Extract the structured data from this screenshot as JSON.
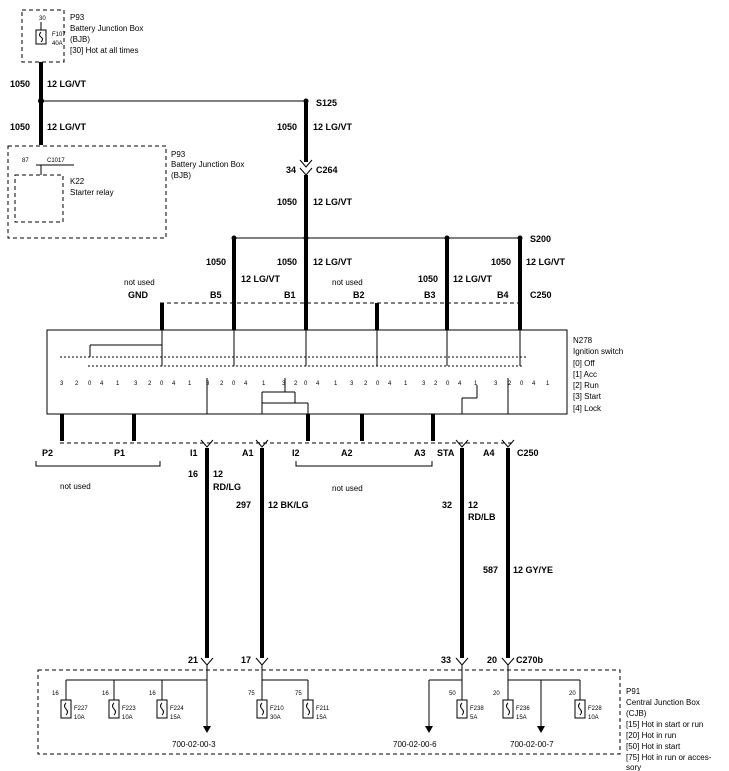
{
  "bjb_top": {
    "pin": "30",
    "fuse_id": "F107",
    "fuse_rating": "40A",
    "id": "P93",
    "name": "Battery Junction Box",
    "abbr": "(BJB)",
    "note": "[30] Hot at all times"
  },
  "wire_top1": {
    "circuit": "1050",
    "spec": "12 LG/VT"
  },
  "splice_s125": "S125",
  "wire_top2": {
    "circuit": "1050",
    "spec": "12 LG/VT"
  },
  "wire_s125_down": {
    "circuit": "1050",
    "spec": "12 LG/VT"
  },
  "bjb_relay": {
    "pin": "87",
    "connector": "C1017",
    "id": "P93",
    "name": "Battery Junction Box",
    "abbr": "(BJB)",
    "relay_id": "K22",
    "relay_name": "Starter relay"
  },
  "conn_c264": {
    "pin": "34",
    "name": "C264"
  },
  "wire_c264_down": {
    "circuit": "1050",
    "spec": "12 LG/VT"
  },
  "splice_s200": "S200",
  "wire_b5": {
    "circuit": "1050",
    "spec": "12 LG/VT"
  },
  "wire_b1": {
    "circuit": "1050",
    "spec": "12 LG/VT"
  },
  "wire_b3": {
    "circuit": "1050",
    "spec": "12 LG/VT"
  },
  "wire_b4": {
    "circuit": "1050",
    "spec": "12 LG/VT"
  },
  "top_connector": {
    "not_used_1": "not used",
    "gnd": "GND",
    "b5": "B5",
    "b1": "B1",
    "not_used_2": "not used",
    "b2": "B2",
    "b3": "B3",
    "b4": "B4",
    "name": "C250"
  },
  "switch": {
    "id": "N278",
    "name": "Ignition switch",
    "positions": [
      "[0] Off",
      "[1] Acc",
      "[2] Run",
      "[3] Start",
      "[4] Lock"
    ]
  },
  "bottom_connector": {
    "p2": "P2",
    "p1": "P1",
    "i1": "I1",
    "a1": "A1",
    "i2": "I2",
    "a2": "A2",
    "a3": "A3",
    "sta": "STA",
    "a4": "A4",
    "name": "C250",
    "not_used_1": "not used",
    "not_used_2": "not used"
  },
  "wire_i1": {
    "circuit": "16",
    "spec_1": "12",
    "spec_2": "RD/LG"
  },
  "wire_a1": {
    "circuit": "297",
    "spec": "12 BK/LG"
  },
  "wire_sta": {
    "circuit": "32",
    "spec_1": "12",
    "spec_2": "RD/LB"
  },
  "wire_a4": {
    "circuit": "587",
    "spec": "12 GY/YE"
  },
  "conn_c270b": {
    "pin_21": "21",
    "pin_17": "17",
    "pin_33": "33",
    "pin_20": "20",
    "name": "C270b"
  },
  "cjb": {
    "id": "P91",
    "name": "Central Junction Box",
    "abbr": "(CJB)",
    "notes": [
      "[15] Hot in start or run",
      "[20] Hot in run",
      "[50] Hot in start",
      "[75] Hot in run or acces-",
      "sory"
    ],
    "fuses": [
      {
        "pin": "16",
        "id": "F227",
        "rating": "10A"
      },
      {
        "pin": "16",
        "id": "F223",
        "rating": "10A"
      },
      {
        "pin": "16",
        "id": "F224",
        "rating": "15A"
      },
      {
        "pin": "75",
        "id": "F210",
        "rating": "30A"
      },
      {
        "pin": "75",
        "id": "F211",
        "rating": "15A"
      },
      {
        "pin": "50",
        "id": "F238",
        "rating": "5A"
      },
      {
        "pin": "20",
        "id": "F236",
        "rating": "15A"
      },
      {
        "pin": "20",
        "id": "F228",
        "rating": "10A"
      }
    ],
    "refs": [
      "700-02-00-3",
      "700-02-00-6",
      "700-02-00-7"
    ]
  }
}
